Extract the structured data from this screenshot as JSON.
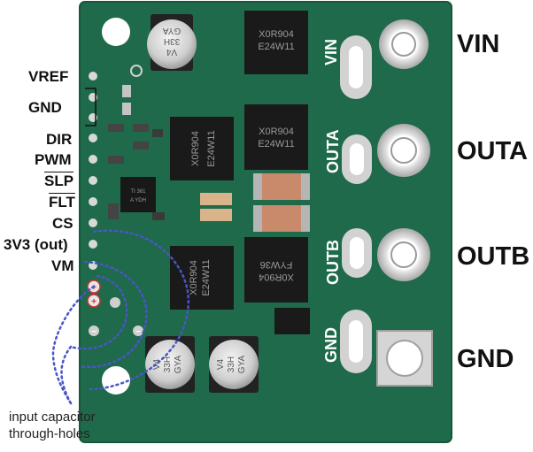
{
  "left_pins": {
    "vref": "VREF",
    "gnd": "GND",
    "dir": "DIR",
    "pwm": "PWM",
    "slp": "SLP",
    "flt": "FLT",
    "cs": "CS",
    "v3v3": "3V3 (out)",
    "vm": "VM"
  },
  "right_terminals": {
    "vin": "VIN",
    "outa": "OUTA",
    "outb": "OUTB",
    "gnd": "GND"
  },
  "silkscreen": {
    "vin": "VIN",
    "outa": "OUTA",
    "outb": "OUTB",
    "gnd": "GND",
    "plus": "+",
    "minus": "−"
  },
  "annotation": {
    "line1": "input capacitor",
    "line2": "through-holes"
  },
  "components": {
    "mosfet_line1": "X0R904",
    "mosfet_line2": "E24W11",
    "mosfet_b_line2": "FYW36",
    "cap_line1": "V4",
    "cap_line2": "33H",
    "cap_line3": "GYA",
    "ic_line1": "TI 361",
    "ic_line2": "A YDH"
  },
  "colors": {
    "board": "#1f6a4a",
    "board_edge": "#17563b",
    "silkscreen": "#ffffff",
    "annotation": "#4a55c8",
    "copper": "#c98a6c"
  }
}
